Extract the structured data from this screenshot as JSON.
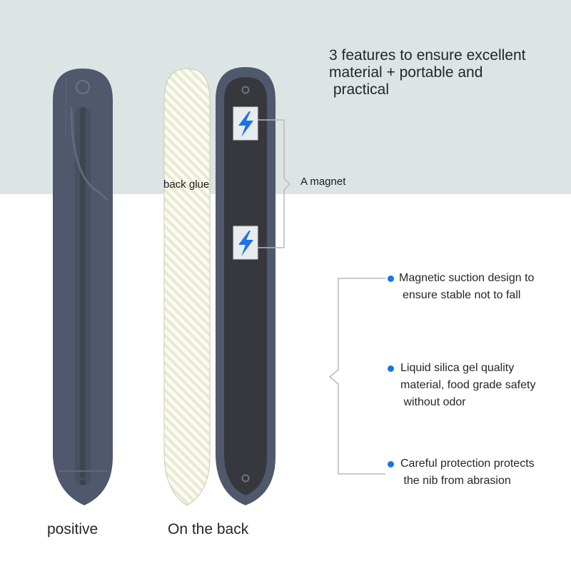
{
  "headline": {
    "lines": [
      "3 features to ensure excellent",
      "material + portable and",
      " practical"
    ]
  },
  "labels": {
    "back_glue": "back glue",
    "magnet": "A magnet"
  },
  "captions": {
    "front": "positive",
    "back": "On the back"
  },
  "features": [
    {
      "lines": [
        "Magnetic suction design to",
        "ensure stable not to fall"
      ]
    },
    {
      "lines": [
        "Liquid silica gel quality",
        "material, food grade safety",
        " without odor"
      ]
    },
    {
      "lines": [
        "Careful protection protects",
        " the nib from abrasion"
      ]
    }
  ],
  "colors": {
    "background_top": "#dde5e4",
    "holder_front": "#4f586c",
    "holder_back_inner": "#36383d",
    "magnet_bolt": "#1a73e8",
    "bullet": "#1a73e8",
    "bracket_line": "#b9b9b9"
  },
  "icons": [
    "lightning-bolt-icon",
    "lightning-bolt-icon"
  ]
}
